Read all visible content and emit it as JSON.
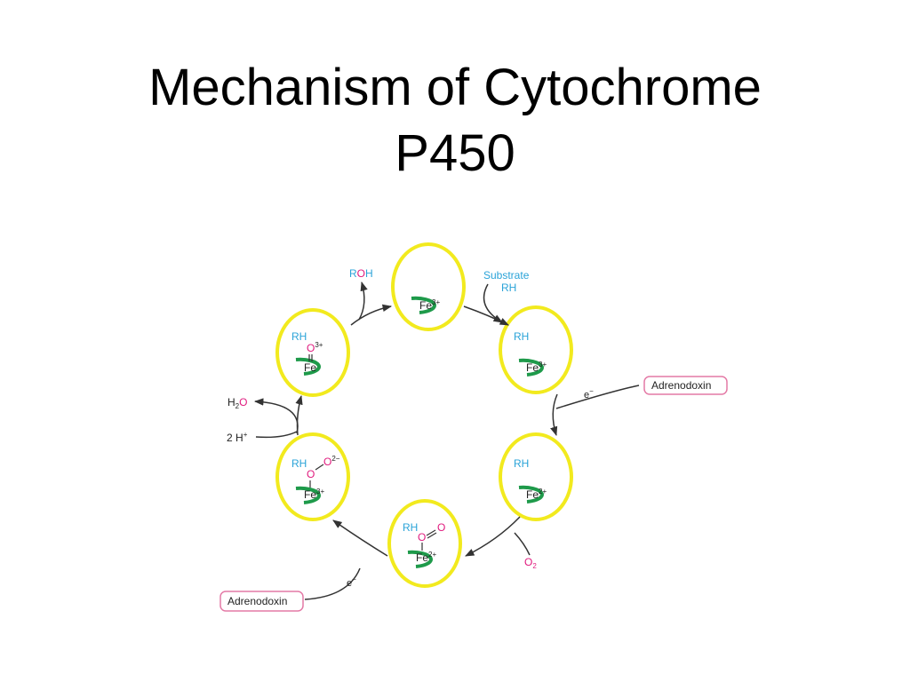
{
  "slide": {
    "title_line1": "Mechanism of Cytochrome",
    "title_line2": "P450"
  },
  "colors": {
    "ring": "#f2ea1e",
    "heme": "#1e9a4a",
    "blue": "#2aa3d8",
    "magenta": "#e0197d",
    "box": "#e47aa6",
    "arrow": "#333333",
    "text": "#222222"
  },
  "diagram": {
    "states": [
      {
        "id": "top",
        "rh": "",
        "fe": "Fe",
        "fe_sup": "3+",
        "ligand": ""
      },
      {
        "id": "upper-right",
        "rh": "RH",
        "fe": "Fe",
        "fe_sup": "3+",
        "ligand": ""
      },
      {
        "id": "lower-right",
        "rh": "RH",
        "fe": "Fe",
        "fe_sup": "2+",
        "ligand": ""
      },
      {
        "id": "bottom",
        "rh": "RH",
        "fe": "Fe",
        "fe_sup": "2+",
        "ligand": "O=O"
      },
      {
        "id": "lower-left",
        "rh": "RH",
        "fe": "Fe",
        "fe_sup": "3+",
        "o_upper": "O",
        "o_upper_sup": "2−",
        "o_lower": "O"
      },
      {
        "id": "upper-left",
        "rh": "RH",
        "fe": "Fe",
        "o": "O",
        "o_sup": "3+"
      }
    ],
    "labels": {
      "roh_r": "R",
      "roh_o": "O",
      "roh_h": "H",
      "substrate": "Substrate",
      "substrate_rh": "RH",
      "electron1": "e",
      "electron1_sup": "−",
      "adrenodoxin1": "Adrenodoxin",
      "o2": "O",
      "o2_sub": "2",
      "electron2": "e",
      "electron2_sup": "−",
      "adrenodoxin2": "Adrenodoxin",
      "h2o_h": "H",
      "h2o_sub": "2",
      "h2o_o": "O",
      "protons": "2 H",
      "protons_sup": "+"
    }
  }
}
